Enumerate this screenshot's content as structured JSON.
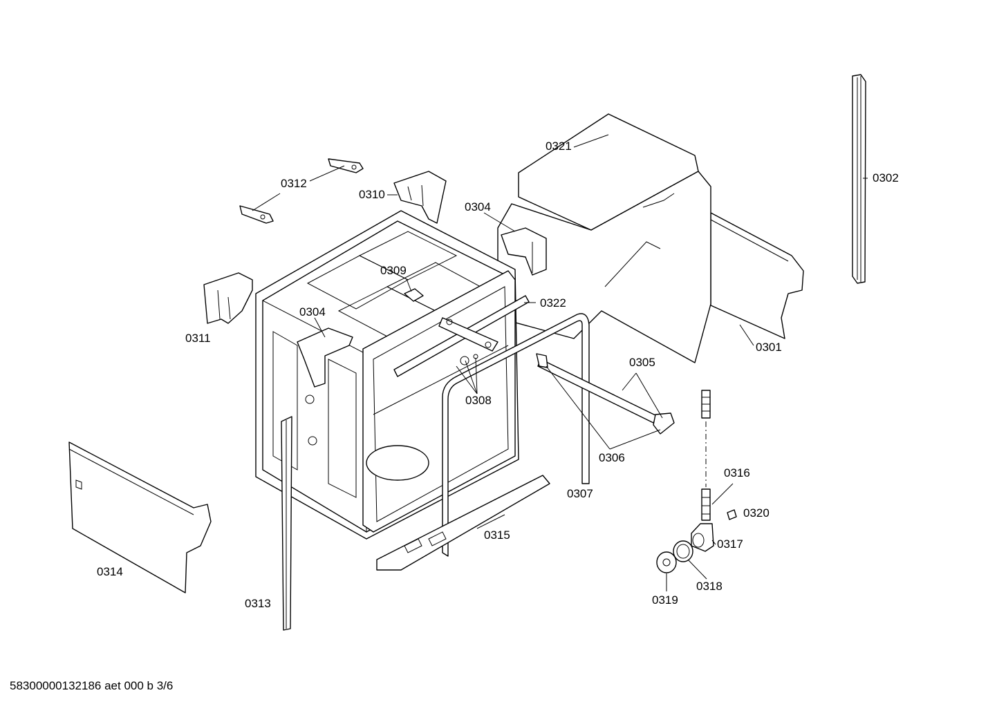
{
  "document_code": "58300000132186 aet 000 b 3/6",
  "labels": {
    "p0301": "0301",
    "p0302": "0302",
    "p0304a": "0304",
    "p0304b": "0304",
    "p0305": "0305",
    "p0306": "0306",
    "p0307": "0307",
    "p0308": "0308",
    "p0309": "0309",
    "p0310": "0310",
    "p0311": "0311",
    "p0312": "0312",
    "p0313": "0313",
    "p0314": "0314",
    "p0315": "0315",
    "p0316": "0316",
    "p0317": "0317",
    "p0318": "0318",
    "p0319": "0319",
    "p0320": "0320",
    "p0321": "0321",
    "p0322": "0322"
  }
}
